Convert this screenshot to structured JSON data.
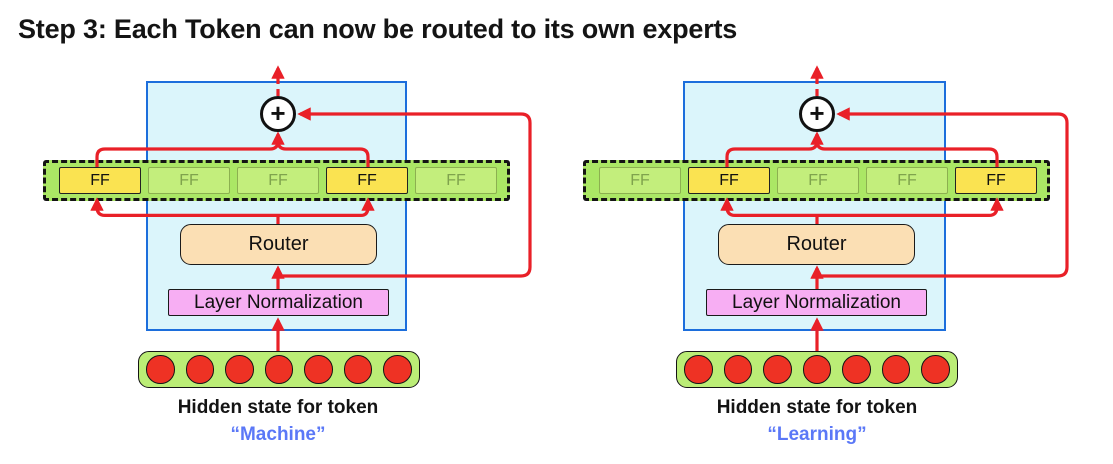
{
  "title": "Step 3: Each Token can now be routed to its own experts",
  "sum_symbol": "+",
  "colors": {
    "accent_red": "#E92028",
    "box_blue_border": "#1C6EDC",
    "box_blue_fill": "#DBF5FB",
    "expert_green": "#ABE765",
    "expert_idle_fill": "#C3EE7C",
    "expert_selected_fill": "#FAE351",
    "router_fill": "#FBDFB4",
    "layernorm_fill": "#F7AEF3",
    "hidden_fill": "#BBED76",
    "dot_red": "#EE3224",
    "token_blue": "#5B78F7"
  },
  "diagrams": [
    {
      "token_quote": "“Machine”",
      "hidden_label": "Hidden state for token",
      "router_label": "Router",
      "layernorm_label": "Layer Normalization",
      "experts": {
        "count": 5,
        "label": "FF",
        "selected": [
          0,
          3
        ]
      },
      "hidden_dots": 7
    },
    {
      "token_quote": "“Learning”",
      "hidden_label": "Hidden state for token",
      "router_label": "Router",
      "layernorm_label": "Layer Normalization",
      "experts": {
        "count": 5,
        "label": "FF",
        "selected": [
          1,
          4
        ]
      },
      "hidden_dots": 7
    }
  ]
}
